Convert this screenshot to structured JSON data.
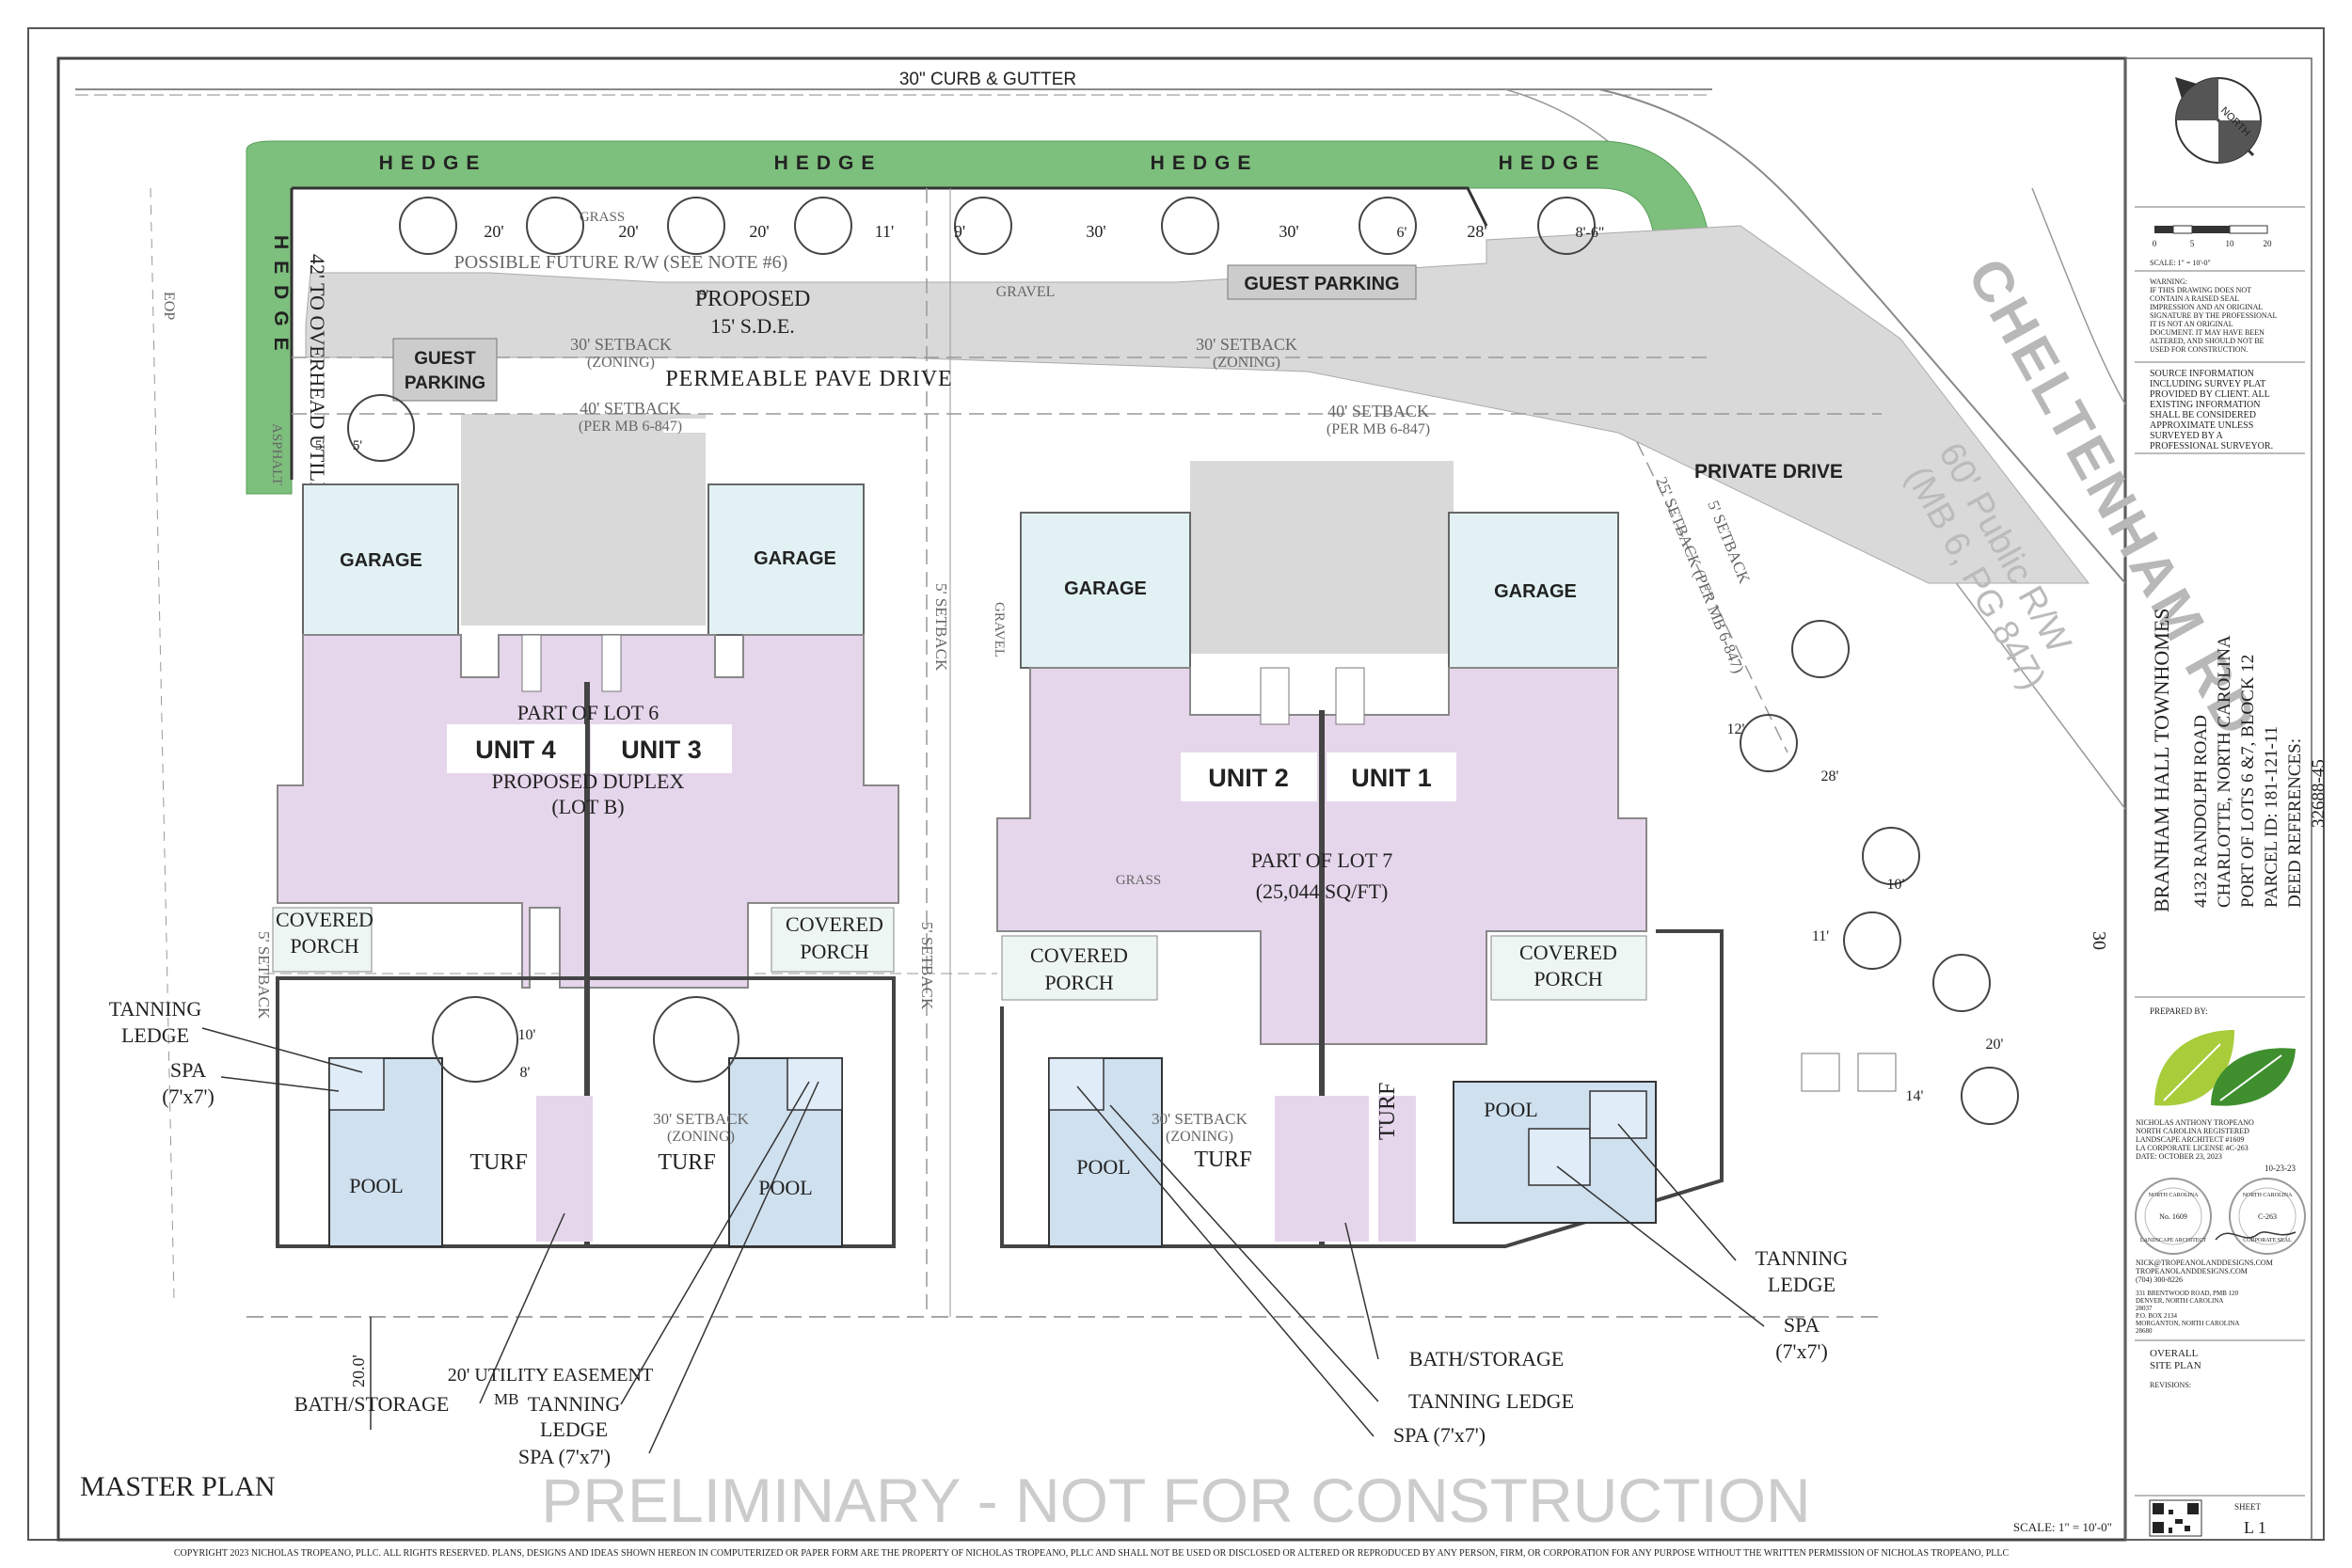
{
  "plan": {
    "title": "MASTER PLAN",
    "watermark": "PRELIMINARY - NOT FOR CONSTRUCTION",
    "scale_note": "SCALE: 1\" = 10'-0\"",
    "copyright": "COPYRIGHT 2023 NICHOLAS TROPEANO, PLLC. ALL RIGHTS RESERVED. PLANS, DESIGNS AND IDEAS SHOWN HEREON IN COMPUTERIZED OR PAPER FORM ARE THE PROPERTY OF NICHOLAS TROPEANO, PLLC AND SHALL NOT BE USED OR DISCLOSED OR ALTERED OR REPRODUCED BY ANY PERSON, FIRM, OR CORPORATION FOR ANY PURPOSE WITHOUT THE WRITTEN PERMISSION OF NICHOLAS TROPEANO, PLLC"
  },
  "site": {
    "curb": "30\" CURB & GUTTER",
    "hedge": "HEDGE",
    "eop": "EOP",
    "asphalt": "ASPHALT",
    "overhead_utility": "42' TO OVERHEAD UTILITY",
    "future_rw": "POSSIBLE FUTURE R/W (SEE NOTE #6)",
    "proposed": "PROPOSED",
    "sde": "15' S.D.E.",
    "setback_30_zoning": "30' SETBACK",
    "zoning": "(ZONING)",
    "setback_40": "40' SETBACK",
    "per_mb": "(PER MB 6-847)",
    "permeable_drive": "PERMEABLE PAVE DRIVE",
    "guest_parking": "GUEST PARKING",
    "guest": "GUEST",
    "parking": "PARKING",
    "private_drive": "PRIVATE DRIVE",
    "street_name": "CHELTENHAM RD",
    "street_rw": "60' Public R/W",
    "street_mb": "(MB 6, PG 847)",
    "gravel": "GRAVEL",
    "grass": "GRASS",
    "setback_5": "5' SETBACK",
    "setback_25": "25' SETBACK (PER MB 6-847)",
    "garage": "GARAGE",
    "covered": "COVERED",
    "porch": "PORCH",
    "pool": "POOL",
    "turf": "TURF",
    "tanning": "TANNING",
    "ledge": "LEDGE",
    "spa": "SPA",
    "spa_size": "(7'x7')",
    "spa_label": "SPA (7'x7')",
    "tanning_ledge": "TANNING LEDGE",
    "bath_storage": "BATH/STORAGE",
    "utility_easement": "20' UTILITY EASEMENT",
    "mb": "MB",
    "twenty": "20.0'",
    "unit1": "UNIT 1",
    "unit2": "UNIT 2",
    "unit3": "UNIT 3",
    "unit4": "UNIT 4",
    "lot6_a": "PART OF LOT 6",
    "lot6_b": "PROPOSED DUPLEX",
    "lot6_c": "(LOT B)",
    "lot7_a": "PART OF LOT 7",
    "lot7_b": "(25,044 SQ/FT)",
    "dims": [
      "20'",
      "20'",
      "20'",
      "11'",
      "9'",
      "30'",
      "30'",
      "28'",
      "6'",
      "8'-6\"",
      "10'",
      "8'",
      "14'",
      "20'",
      "28'",
      "10'",
      "12'",
      "11'",
      "5'",
      "5'",
      "5'"
    ],
    "num_30": "30"
  },
  "sidebar": {
    "north": "NORTH",
    "scale_ticks": [
      "0",
      "5",
      "10",
      "20"
    ],
    "scale_small": "SCALE: 1\" = 10'-0\"",
    "warning": [
      "WARNING:",
      "IF THIS DRAWING DOES NOT",
      "CONTAIN A RAISED SEAL",
      "IMPRESSION AND AN ORIGINAL",
      "SIGNATURE BY THE PROFESSIONAL",
      "IT IS NOT AN ORIGINAL",
      "DOCUMENT. IT MAY HAVE BEEN",
      "ALTERED, AND SHOULD NOT BE",
      "USED FOR CONSTRUCTION."
    ],
    "source": [
      "SOURCE INFORMATION",
      "INCLUDING SURVEY PLAT",
      "PROVIDED BY CLIENT. ALL",
      "EXISTING INFORMATION",
      "SHALL BE CONSIDERED",
      "APPROXIMATE UNLESS",
      "SURVEYED BY A",
      "PROFESSIONAL SURVEYOR."
    ],
    "project": [
      "BRANHAM HALL TOWNHOMES",
      "4132 RANDOLPH ROAD",
      "CHARLOTTE, NORTH CAROLINA",
      "PORT OF LOTS 6 &7, BLOCK 12",
      "PARCEL ID: 181-121-11",
      "DEED REFERENCES:",
      "32688-45"
    ],
    "prepared_by": "PREPARED BY:",
    "designer": [
      "NICHOLAS ANTHONY TROPEANO",
      "NORTH CAROLINA REGISTERED",
      "LANDSCAPE ARCHITECT #1609",
      "LA CORPORATE LICENSE #C-263",
      "DATE: OCTOBER 23, 2023"
    ],
    "seal_date": "10-23-23",
    "seal_left": [
      "NORTH CAROLINA",
      "No. 1609",
      "LANDSCAPE ARCHITECT"
    ],
    "seal_right": [
      "NORTH CAROLINA",
      "C-263",
      "CORPORATE SEAL"
    ],
    "contact": [
      "NICK@TROPEANOLANDDESIGNS.COM",
      "TROPEANOLANDDESIGNS.COM",
      "(704) 300-8226"
    ],
    "address": [
      "331 BRENTWOOD ROAD, PMB 120",
      "DENVER, NORTH CAROLINA",
      "28037",
      "P.O. BOX 2134",
      "MORGANTON, NORTH CAROLINA",
      "28680"
    ],
    "sheet_title": [
      "OVERALL",
      "SITE PLAN"
    ],
    "revisions": "REVISIONS:",
    "sheet": "SHEET",
    "sheet_no": "L 1"
  },
  "colors": {
    "hedge": "#7dbf7d",
    "drive": "#d9d9d9",
    "house": "#e6d6ec",
    "garage": "#e2f2f4",
    "pool": "#cfe0ef",
    "porch": "#eef6f3",
    "leaf_light": "#a8cc3a",
    "leaf_dark": "#3f8f2f"
  }
}
